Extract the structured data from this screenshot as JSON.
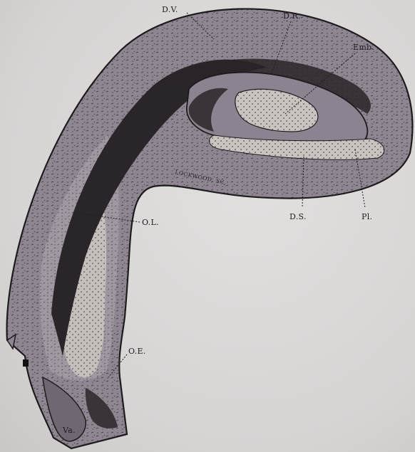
{
  "labels": {
    "dv": "D.V.",
    "dr": "D.R.",
    "emb": "Emb.",
    "ol": "O.L.",
    "ds": "D.S.",
    "pl": "Pl.",
    "oe": "O.E.",
    "va": "Va.",
    "engraver": "LOCKWOOD, SC."
  },
  "colors": {
    "tissue": "#8e8791",
    "tissue_light": "#a59fa7",
    "outline": "#1e1b1d",
    "cavity": "#2a2528",
    "stipple": "#5a4f5b",
    "epithelium": "#c9c4bf",
    "background": "#dcdad9"
  }
}
